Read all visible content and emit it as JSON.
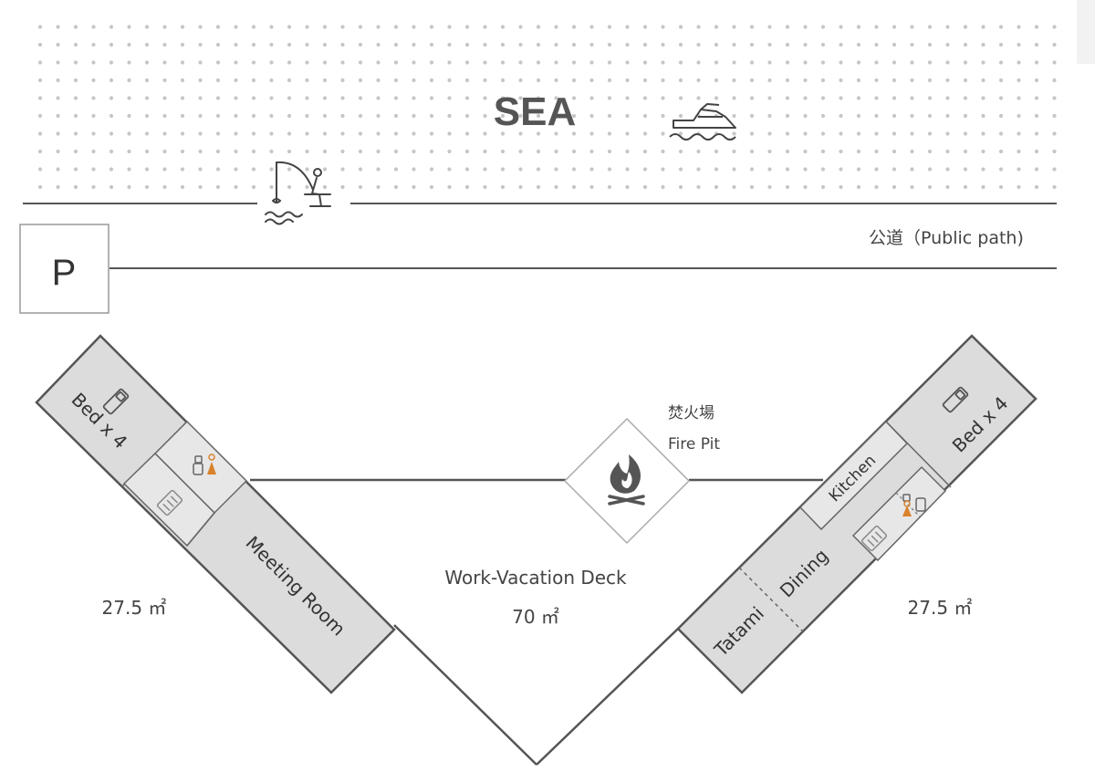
{
  "sea": {
    "label": "SEA"
  },
  "road": {
    "label": "公道（Public path)"
  },
  "parking": {
    "label": "P"
  },
  "fire_pit": {
    "label_ja": "焚火場",
    "label_en": "Fire Pit"
  },
  "deck": {
    "label": "Work-Vacation Deck",
    "area": "70 ㎡"
  },
  "left_wing": {
    "area": "27.5 ㎡",
    "bedroom": "Bed x 4",
    "meeting_room": "Meeting Room"
  },
  "right_wing": {
    "area": "27.5 ㎡",
    "bedroom": "Bed x 4",
    "kitchen": "Kitchen",
    "dining": "Dining",
    "tatami": "Tatami"
  },
  "icons": {
    "fisherman": "fisherman-icon",
    "boat": "boat-icon",
    "campfire": "campfire-icon",
    "bed": "bed-icon",
    "toilet": "toilet-icon",
    "shower": "shower-icon"
  },
  "colors": {
    "room_fill": "#dcdcdc",
    "line": "#555555",
    "accent": "#d9822b",
    "sea_dots": "#c6c6c6"
  }
}
